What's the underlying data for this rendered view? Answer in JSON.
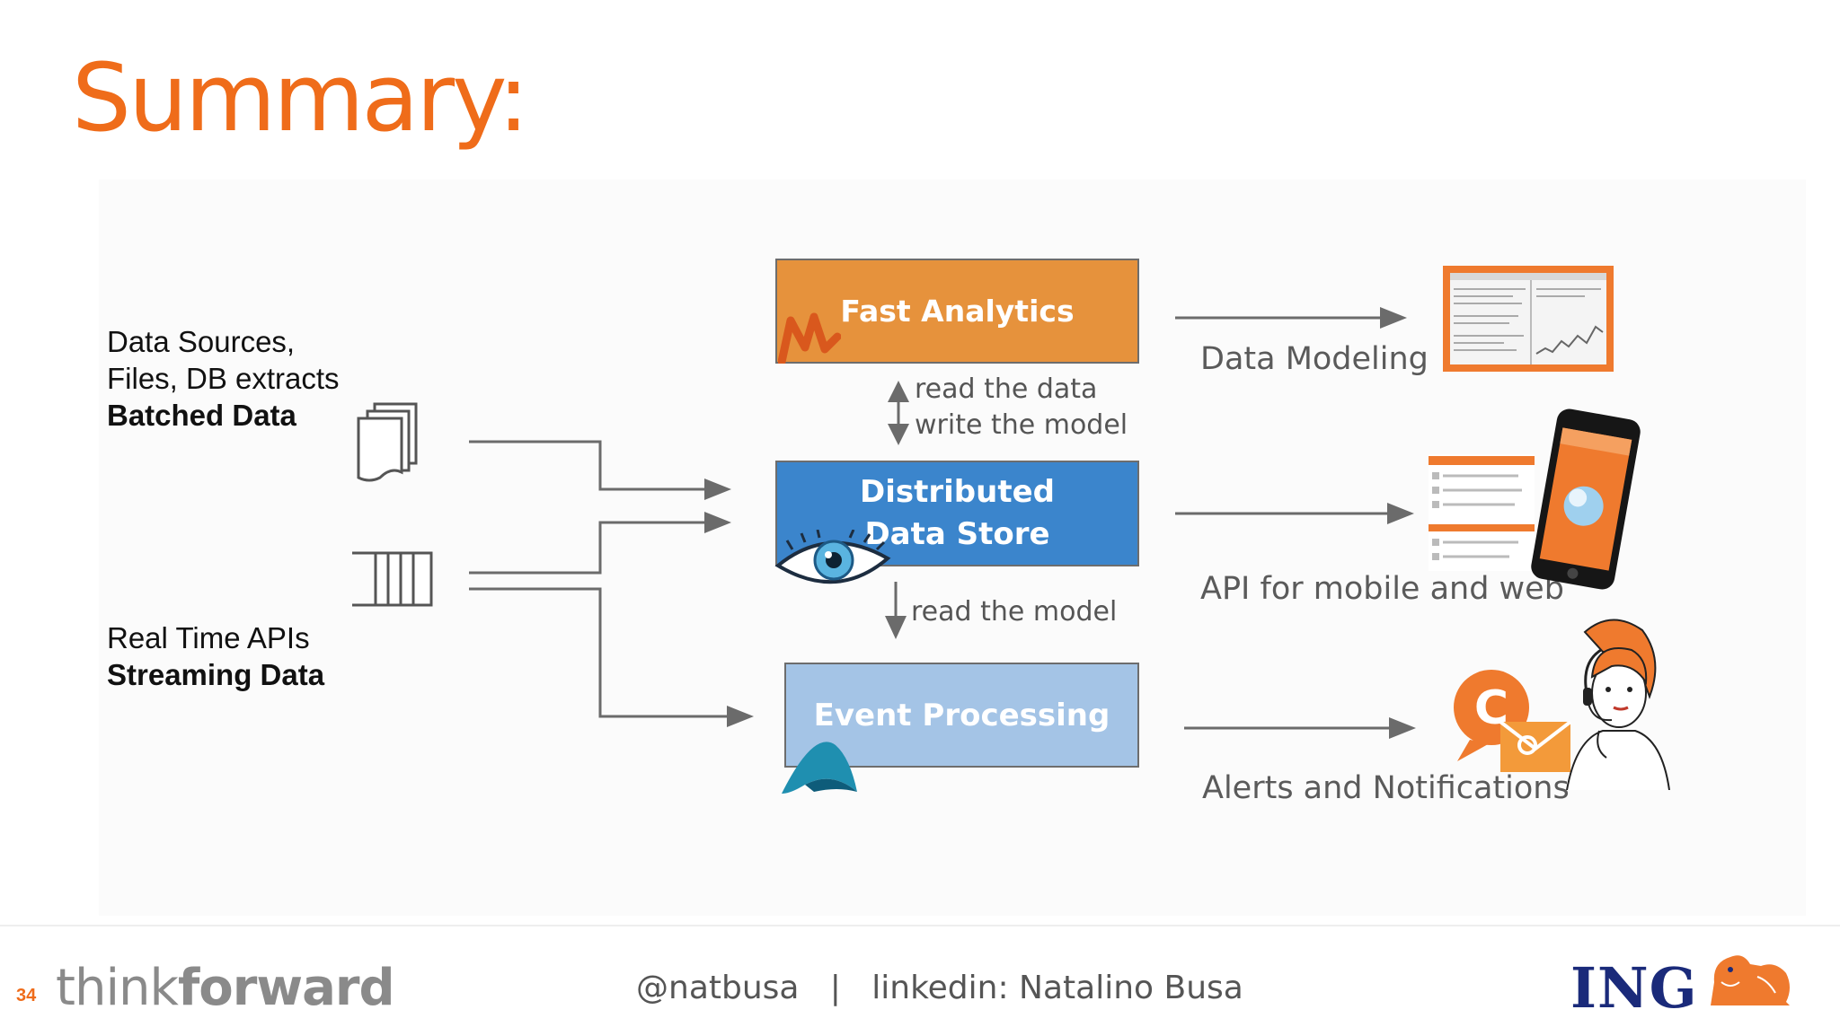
{
  "title": "Summary:",
  "sources": {
    "batched": {
      "line1": "Data Sources,",
      "line2": "Files, DB extracts",
      "label": "Batched Data"
    },
    "streaming": {
      "line1": "Real Time APIs",
      "label": "Streaming Data"
    }
  },
  "components": {
    "fast_analytics": "Fast Analytics",
    "store_line1": "Distributed",
    "store_line2": "Data Store",
    "event_processing": "Event Processing"
  },
  "flows": {
    "read_data": "read the data",
    "write_model": "write the model",
    "read_model": "read the model"
  },
  "outputs": {
    "modeling": "Data Modeling",
    "api": "API for mobile and web",
    "alerts": "Alerts and Notifications"
  },
  "icons": [
    "file-stack-icon",
    "stream-queue-icon",
    "spark-logo-icon",
    "cassandra-eye-icon",
    "akka-logo-icon",
    "dashboard-screenshot-icon",
    "mobile-phone-icon",
    "chat-bubble-icon",
    "support-agent-icon",
    "ing-lion-icon"
  ],
  "colors": {
    "accent": "#ef6c1a",
    "fast": "#e6923c",
    "store": "#3b85cc",
    "event": "#a4c4e6",
    "ing_blue": "#1a2a7a"
  },
  "footer": {
    "page_number": "34",
    "brand_think": "think",
    "brand_forward": "forward",
    "contact": "@natbusa   |   linkedin: Natalino Busa",
    "logo": "ING"
  }
}
